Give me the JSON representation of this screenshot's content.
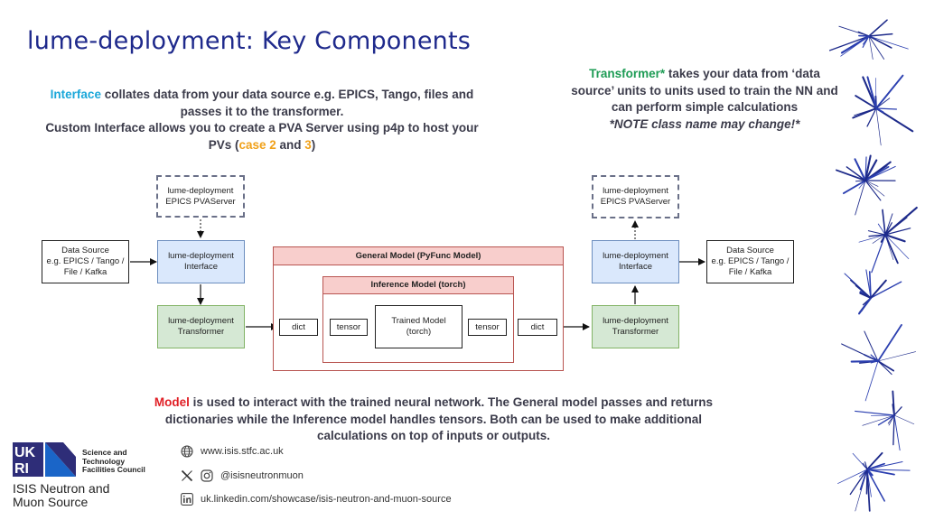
{
  "title": "lume-deployment: Key Components",
  "interface_desc": {
    "keyword": "Interface",
    "line1_rest": " collates data from your data source e.g. EPICS, Tango, files and",
    "line2": "passes it to the transformer.",
    "line3": "Custom Interface allows you to create a PVA Server using p4p to host your",
    "line4_pre": "PVs (",
    "case_word": "case 2",
    "and_word": " and ",
    "case_num": "3",
    "line4_post": ")"
  },
  "transformer_desc": {
    "keyword": "Transformer*",
    "line1_rest": " takes your data from ‘data",
    "line2": "source’ units to units used to train the NN and",
    "line3": "can perform simple calculations",
    "note": "*NOTE class name may change!*"
  },
  "model_desc": {
    "keyword": "Model",
    "line1_rest": " is used to interact with the trained neural network. The General model passes and returns",
    "line2": "dictionaries while the Inference model handles tensors. Both can be used to make additional",
    "line3": "calculations on top of inputs or outputs."
  },
  "diagram": {
    "pva_left": [
      "lume-deployment",
      "EPICS PVAServer"
    ],
    "pva_right": [
      "lume-deployment",
      "EPICS PVAServer"
    ],
    "source_left": [
      "Data Source",
      "e.g. EPICS / Tango /",
      "File / Kafka"
    ],
    "source_right": [
      "Data Source",
      "e.g. EPICS / Tango /",
      "File / Kafka"
    ],
    "interface_left": [
      "lume-deployment",
      "Interface"
    ],
    "interface_right": [
      "lume-deployment",
      "Interface"
    ],
    "transformer_left": [
      "lume-deployment",
      "Transformer"
    ],
    "transformer_right": [
      "lume-deployment",
      "Transformer"
    ],
    "general_model": "General Model (PyFunc Model)",
    "inference_model": "Inference Model (torch)",
    "trained_model": [
      "Trained Model",
      "(torch)"
    ],
    "dict_left": "dict",
    "tensor_left": "tensor",
    "tensor_right": "tensor",
    "dict_right": "dict"
  },
  "footer": {
    "logo_ukri": "UKRI",
    "council": [
      "Science and",
      "Technology",
      "Facilities Council"
    ],
    "isis": [
      "ISIS Neutron and",
      "Muon Source"
    ],
    "website": "www.isis.stfc.ac.uk",
    "social": "@isisneutronmuon",
    "linkedin": "uk.linkedin.com/showcase/isis-neutron-and-muon-source",
    "icons": [
      "globe-icon",
      "x-logo-icon",
      "instagram-icon",
      "linkedin-icon"
    ]
  },
  "colors": {
    "title": "#1f2a8c",
    "interface_keyword": "#1aa7d9",
    "transformer_keyword": "#1e9c55",
    "case_highlight": "#f0a11a",
    "model_keyword": "#e01f26"
  }
}
